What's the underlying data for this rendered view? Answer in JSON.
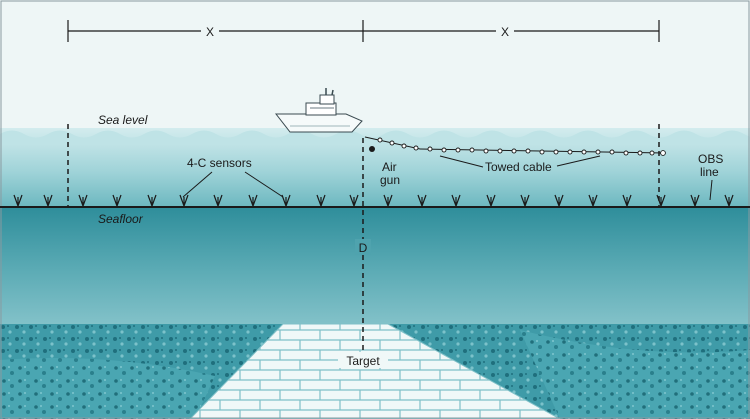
{
  "labels": {
    "offset_left": "X",
    "offset_right": "X",
    "sea_level": "Sea level",
    "sensors": "4-C sensors",
    "air_gun_line1": "Air",
    "air_gun_line2": "gun",
    "towed_cable": "Towed cable",
    "obs_line1": "OBS",
    "obs_line2": "line",
    "seafloor": "Seafloor",
    "depth": "D",
    "target": "Target"
  },
  "colors": {
    "sky": "#eef6f6",
    "sea_top": "#c9e6e9",
    "sea_mid": "#74bcc4",
    "sea_bottom": "#2f8f9c",
    "sediment": "#3c9aa6",
    "target_block": "#eef7f8",
    "outline": "#1a1a1a"
  }
}
